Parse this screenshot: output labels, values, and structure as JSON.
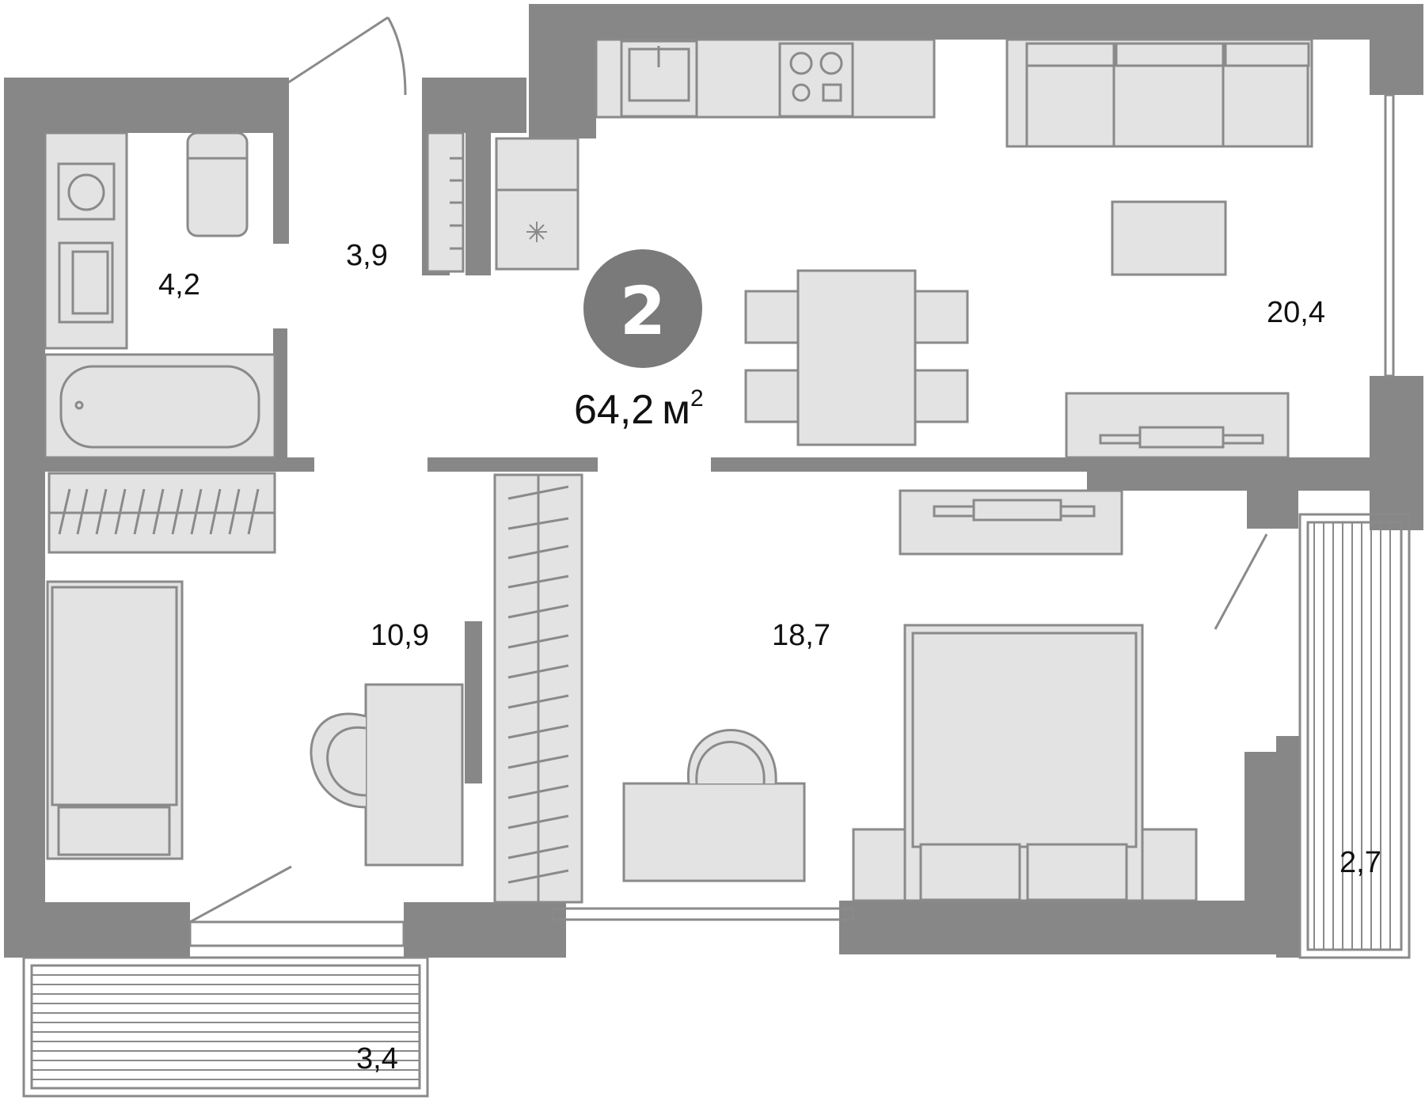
{
  "plan": {
    "rooms_count": "2",
    "total_area": "64,2",
    "unit": "м",
    "unit_sup": "2",
    "room_areas": {
      "bathroom": "4,2",
      "hallway": "3,9",
      "kitchen_living": "20,4",
      "bedroom_left": "10,9",
      "bedroom_right": "18,7",
      "balcony_right": "2,7",
      "balcony_bottom": "3,4"
    }
  },
  "colors": {
    "wall": "#878787",
    "furniture_fill": "#e3e3e3",
    "furniture_stroke": "#8a8a8a",
    "badge": "#7a7a7a",
    "background": "#ffffff"
  }
}
